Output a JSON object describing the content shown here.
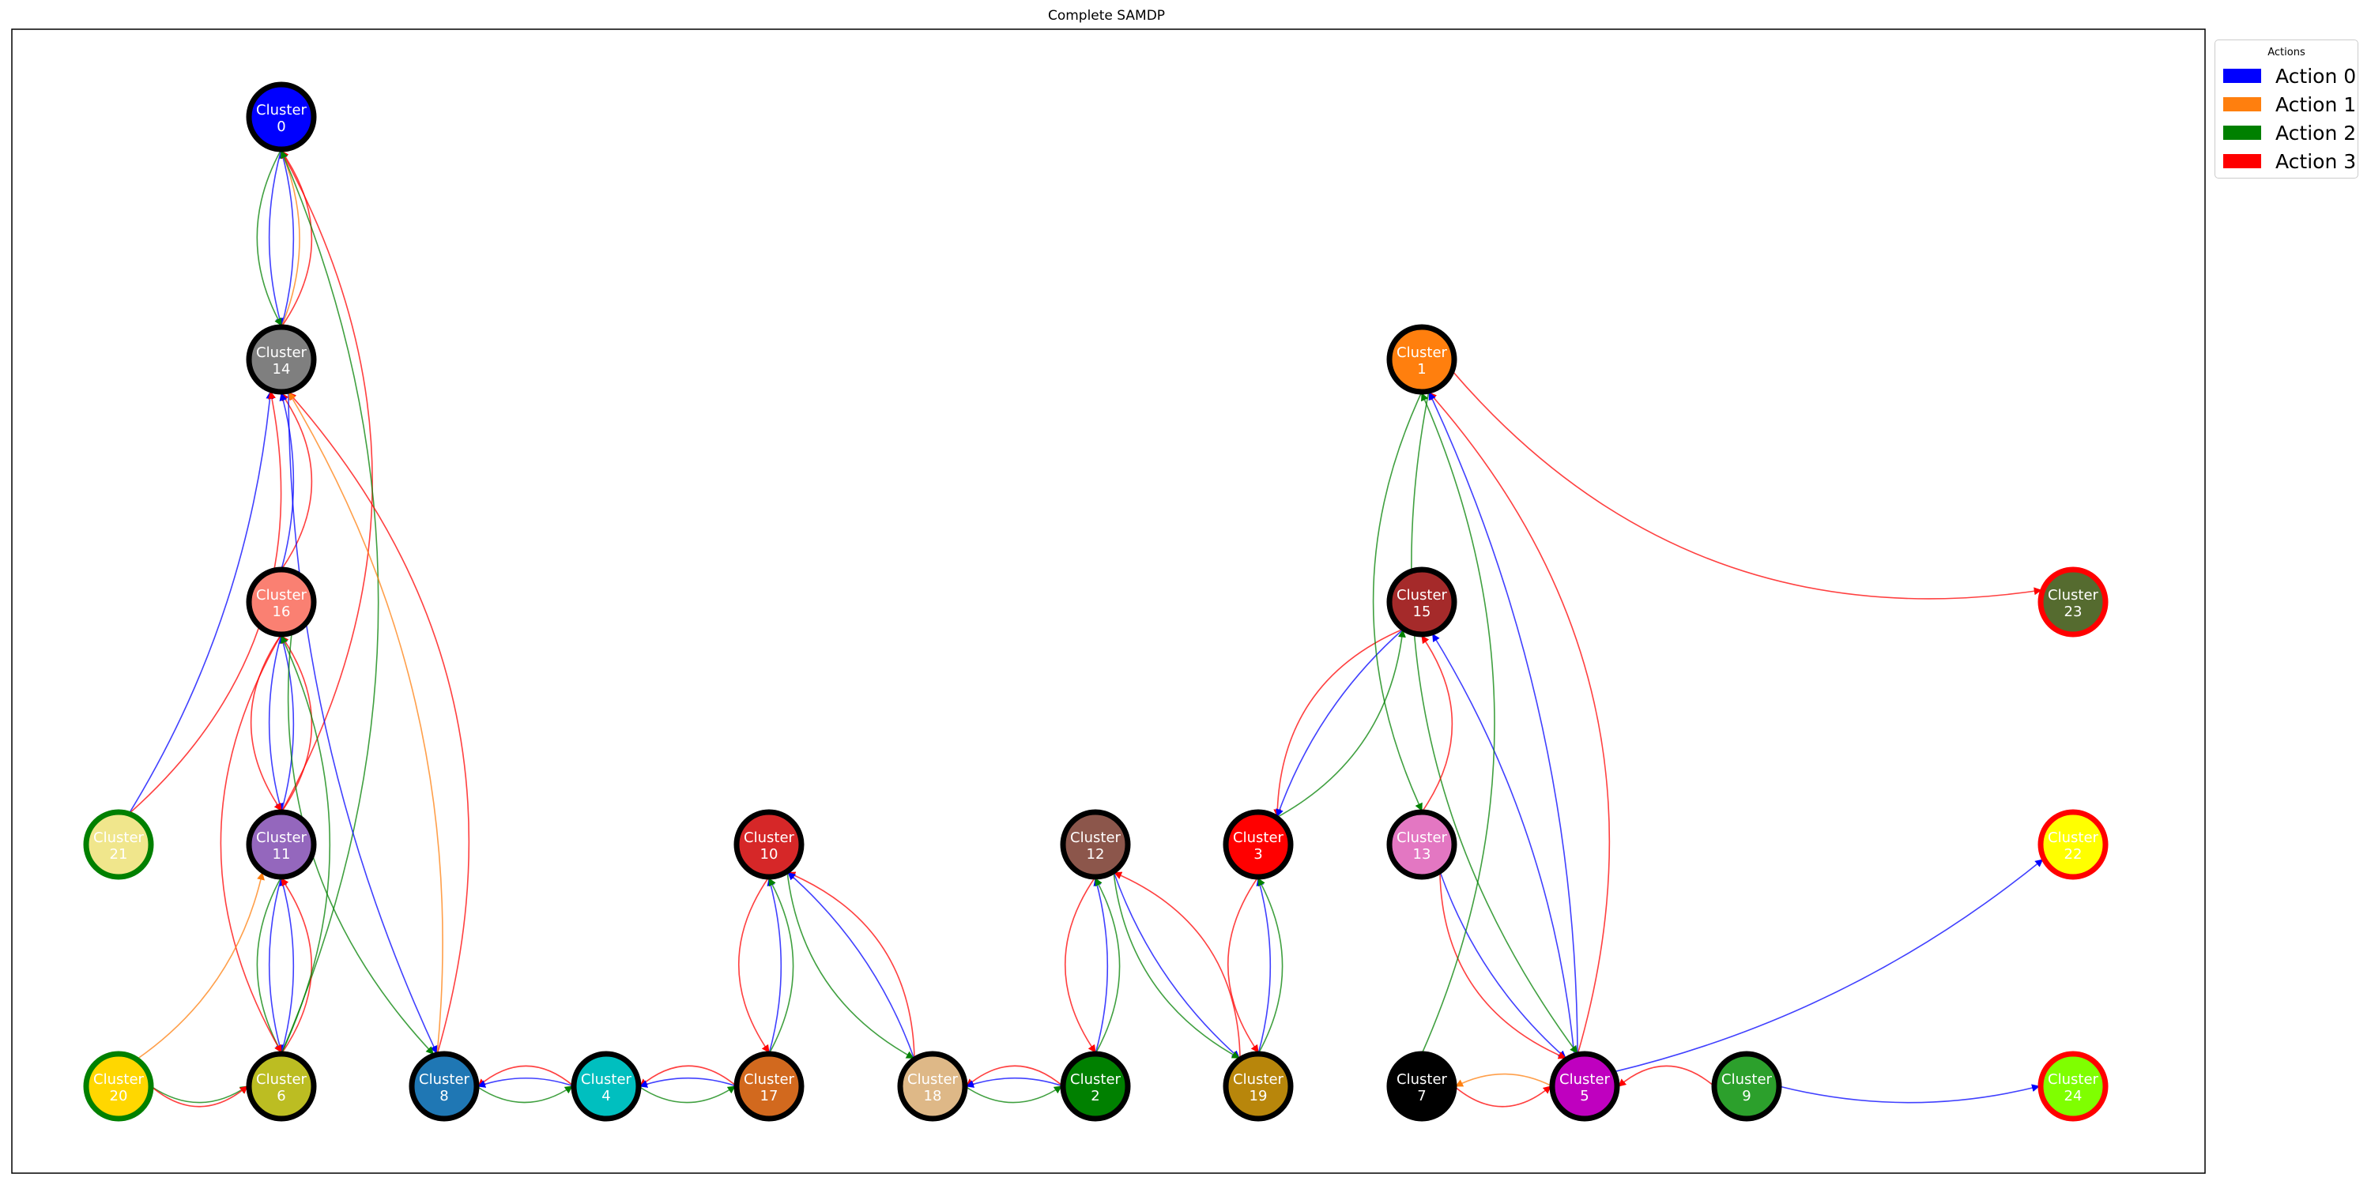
{
  "title": "Complete SAMDP",
  "legend": {
    "title": "Actions",
    "items": [
      {
        "label": "Action 0",
        "color": "#0000ff"
      },
      {
        "label": "Action 1",
        "color": "#ff7f0e"
      },
      {
        "label": "Action 2",
        "color": "#008000"
      },
      {
        "label": "Action 3",
        "color": "#ff0000"
      }
    ]
  },
  "node_label_prefix": "Cluster",
  "nodes": [
    {
      "id": 0,
      "fill": "#0000ff",
      "ring": "#000000"
    },
    {
      "id": 14,
      "fill": "#7f7f7f",
      "ring": "#000000"
    },
    {
      "id": 16,
      "fill": "#fa8072",
      "ring": "#000000"
    },
    {
      "id": 21,
      "fill": "#f0e68c",
      "ring": "#008000"
    },
    {
      "id": 11,
      "fill": "#9467bd",
      "ring": "#000000"
    },
    {
      "id": 20,
      "fill": "#ffd700",
      "ring": "#008000"
    },
    {
      "id": 6,
      "fill": "#bcbd22",
      "ring": "#000000"
    },
    {
      "id": 8,
      "fill": "#1f77b4",
      "ring": "#000000"
    },
    {
      "id": 4,
      "fill": "#00bfbf",
      "ring": "#000000"
    },
    {
      "id": 10,
      "fill": "#d62728",
      "ring": "#000000"
    },
    {
      "id": 17,
      "fill": "#d2691e",
      "ring": "#000000"
    },
    {
      "id": 18,
      "fill": "#deb887",
      "ring": "#000000"
    },
    {
      "id": 12,
      "fill": "#8c564b",
      "ring": "#000000"
    },
    {
      "id": 2,
      "fill": "#008000",
      "ring": "#000000"
    },
    {
      "id": 3,
      "fill": "#ff0000",
      "ring": "#000000"
    },
    {
      "id": 19,
      "fill": "#b8860b",
      "ring": "#000000"
    },
    {
      "id": 1,
      "fill": "#ff7f0e",
      "ring": "#000000"
    },
    {
      "id": 15,
      "fill": "#a52a2a",
      "ring": "#000000"
    },
    {
      "id": 13,
      "fill": "#e377c2",
      "ring": "#000000"
    },
    {
      "id": 7,
      "fill": "#000000",
      "ring": "#000000"
    },
    {
      "id": 5,
      "fill": "#bf00bf",
      "ring": "#000000"
    },
    {
      "id": 9,
      "fill": "#2ca02c",
      "ring": "#000000"
    },
    {
      "id": 23,
      "fill": "#556b2f",
      "ring": "#ff0000"
    },
    {
      "id": 22,
      "fill": "#ffff00",
      "ring": "#ff0000"
    },
    {
      "id": 24,
      "fill": "#7fff00",
      "ring": "#ff0000"
    }
  ],
  "edges": [
    {
      "from": 14,
      "to": 0,
      "action": 3
    },
    {
      "from": 14,
      "to": 0,
      "action": 0
    },
    {
      "from": 0,
      "to": 14,
      "action": 0
    },
    {
      "from": 0,
      "to": 14,
      "action": 2
    },
    {
      "from": 14,
      "to": 0,
      "action": 1
    },
    {
      "from": 11,
      "to": 0,
      "action": 3
    },
    {
      "from": 6,
      "to": 0,
      "action": 2
    },
    {
      "from": 16,
      "to": 14,
      "action": 3
    },
    {
      "from": 16,
      "to": 14,
      "action": 0
    },
    {
      "from": 11,
      "to": 16,
      "action": 0
    },
    {
      "from": 11,
      "to": 16,
      "action": 3
    },
    {
      "from": 16,
      "to": 11,
      "action": 0
    },
    {
      "from": 16,
      "to": 11,
      "action": 3
    },
    {
      "from": 6,
      "to": 11,
      "action": 0
    },
    {
      "from": 6,
      "to": 11,
      "action": 3
    },
    {
      "from": 11,
      "to": 6,
      "action": 0
    },
    {
      "from": 11,
      "to": 6,
      "action": 2
    },
    {
      "from": 16,
      "to": 6,
      "action": 3
    },
    {
      "from": 6,
      "to": 16,
      "action": 2
    },
    {
      "from": 21,
      "to": 14,
      "action": 0
    },
    {
      "from": 21,
      "to": 14,
      "action": 3
    },
    {
      "from": 20,
      "to": 11,
      "action": 1
    },
    {
      "from": 20,
      "to": 6,
      "action": 2
    },
    {
      "from": 20,
      "to": 6,
      "action": 3
    },
    {
      "from": 8,
      "to": 14,
      "action": 3
    },
    {
      "from": 14,
      "to": 8,
      "action": 0
    },
    {
      "from": 8,
      "to": 14,
      "action": 1
    },
    {
      "from": 16,
      "to": 8,
      "action": 2
    },
    {
      "from": 4,
      "to": 8,
      "action": 3
    },
    {
      "from": 4,
      "to": 8,
      "action": 0
    },
    {
      "from": 8,
      "to": 4,
      "action": 2
    },
    {
      "from": 17,
      "to": 4,
      "action": 3
    },
    {
      "from": 17,
      "to": 4,
      "action": 0
    },
    {
      "from": 4,
      "to": 17,
      "action": 2
    },
    {
      "from": 10,
      "to": 17,
      "action": 3
    },
    {
      "from": 17,
      "to": 10,
      "action": 0
    },
    {
      "from": 17,
      "to": 10,
      "action": 2
    },
    {
      "from": 18,
      "to": 10,
      "action": 3
    },
    {
      "from": 18,
      "to": 10,
      "action": 0
    },
    {
      "from": 10,
      "to": 18,
      "action": 2
    },
    {
      "from": 2,
      "to": 18,
      "action": 3
    },
    {
      "from": 2,
      "to": 18,
      "action": 0
    },
    {
      "from": 18,
      "to": 2,
      "action": 2
    },
    {
      "from": 12,
      "to": 2,
      "action": 3
    },
    {
      "from": 2,
      "to": 12,
      "action": 0
    },
    {
      "from": 2,
      "to": 12,
      "action": 2
    },
    {
      "from": 19,
      "to": 12,
      "action": 3
    },
    {
      "from": 12,
      "to": 19,
      "action": 0
    },
    {
      "from": 12,
      "to": 19,
      "action": 2
    },
    {
      "from": 3,
      "to": 19,
      "action": 3
    },
    {
      "from": 19,
      "to": 3,
      "action": 0
    },
    {
      "from": 19,
      "to": 3,
      "action": 2
    },
    {
      "from": 15,
      "to": 3,
      "action": 3
    },
    {
      "from": 15,
      "to": 3,
      "action": 0
    },
    {
      "from": 3,
      "to": 15,
      "action": 2
    },
    {
      "from": 5,
      "to": 15,
      "action": 0
    },
    {
      "from": 5,
      "to": 1,
      "action": 3
    },
    {
      "from": 5,
      "to": 1,
      "action": 0
    },
    {
      "from": 1,
      "to": 5,
      "action": 2
    },
    {
      "from": 13,
      "to": 5,
      "action": 0
    },
    {
      "from": 13,
      "to": 5,
      "action": 3
    },
    {
      "from": 7,
      "to": 1,
      "action": 2
    },
    {
      "from": 1,
      "to": 13,
      "action": 2
    },
    {
      "from": 13,
      "to": 15,
      "action": 3
    },
    {
      "from": 9,
      "to": 5,
      "action": 3
    },
    {
      "from": 9,
      "to": 24,
      "action": 0
    },
    {
      "from": 5,
      "to": 22,
      "action": 0
    },
    {
      "from": 1,
      "to": 23,
      "action": 3
    },
    {
      "from": 5,
      "to": 7,
      "action": 1
    },
    {
      "from": 7,
      "to": 5,
      "action": 3
    }
  ]
}
